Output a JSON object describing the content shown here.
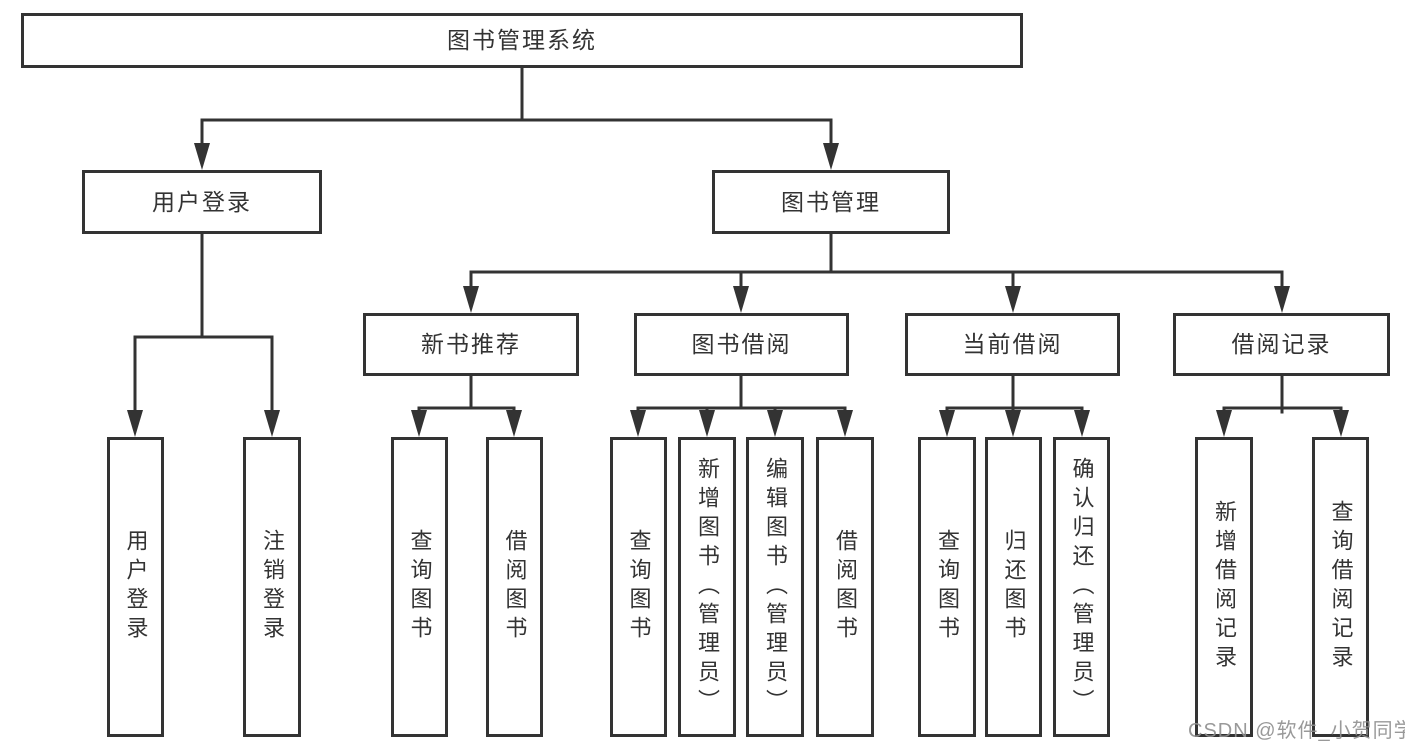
{
  "tree": {
    "root": "图书管理系统",
    "children": [
      {
        "label": "用户登录",
        "children": [
          "用户登录",
          "注销登录"
        ]
      },
      {
        "label": "图书管理",
        "children": [
          {
            "label": "新书推荐",
            "children": [
              "查询图书",
              "借阅图书"
            ]
          },
          {
            "label": "图书借阅",
            "children": [
              "查询图书",
              "新增图书（管理员）",
              "编辑图书（管理员）",
              "借阅图书"
            ]
          },
          {
            "label": "当前借阅",
            "children": [
              "查询图书",
              "归还图书",
              "确认归还（管理员）"
            ]
          },
          {
            "label": "借阅记录",
            "children": [
              "新增借阅记录",
              "查询借阅记录"
            ]
          }
        ]
      }
    ]
  },
  "watermark": "CSDN @软件_小贺同学",
  "colors": {
    "line": "#333333",
    "box_border": "#333333",
    "text": "#333333",
    "watermark_gray": "#8f8f8f",
    "background": "#ffffff"
  }
}
